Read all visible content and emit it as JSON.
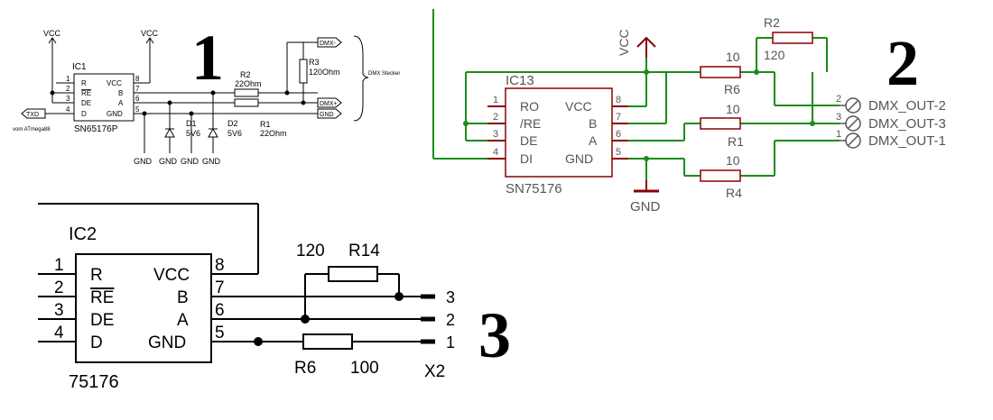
{
  "colors": {
    "black": "#000000",
    "maroon": "#8b0000",
    "green": "#1a8c1a",
    "gray": "#555555"
  },
  "panel1": {
    "number": "1",
    "ic_ref": "IC1",
    "ic_part": "SN65176P",
    "vcc1": "VCC",
    "vcc2": "VCC",
    "pins_left": [
      {
        "num": "1",
        "name": "R"
      },
      {
        "num": "2",
        "name": "RE"
      },
      {
        "num": "3",
        "name": "DE"
      },
      {
        "num": "4",
        "name": "D"
      }
    ],
    "pins_right": [
      {
        "num": "8",
        "name": "VCC"
      },
      {
        "num": "7",
        "name": "B"
      },
      {
        "num": "6",
        "name": "A"
      },
      {
        "num": "5",
        "name": "GND"
      }
    ],
    "txd": "TXD",
    "txd_note": "vom ATmega88",
    "r2_ref": "R2",
    "r2_val": "22Ohm",
    "r3_ref": "R3",
    "r3_val": "120Ohm",
    "r1_ref": "R1",
    "r1_val": "22Ohm",
    "d1_ref": "D1",
    "d1_val": "5V6",
    "d2_ref": "D2",
    "d2_val": "5V6",
    "dmx_minus": "DMX-",
    "dmx_plus": "DMX+",
    "gnd_port": "GND",
    "stecker": "DMX Stecker",
    "gnd_labels": [
      "GND",
      "GND",
      "GND",
      "GND"
    ]
  },
  "panel2": {
    "number": "2",
    "ic_ref": "IC13",
    "ic_part": "SN75176",
    "vcc": "VCC",
    "gnd": "GND",
    "pins_left": [
      {
        "num": "1",
        "name": "RO"
      },
      {
        "num": "2",
        "name": "/RE"
      },
      {
        "num": "3",
        "name": "DE"
      },
      {
        "num": "4",
        "name": "DI"
      }
    ],
    "pins_right": [
      {
        "num": "8",
        "name": "VCC"
      },
      {
        "num": "7",
        "name": "B"
      },
      {
        "num": "6",
        "name": "A"
      },
      {
        "num": "5",
        "name": "GND"
      }
    ],
    "r2_ref": "R2",
    "r2_val": "120",
    "r6_ref": "R6",
    "r6_val": "10",
    "r1_ref": "R1",
    "r1_val": "10",
    "r4_ref": "R4",
    "r4_val": "10",
    "outputs": [
      {
        "num": "2",
        "label": "DMX_OUT-2"
      },
      {
        "num": "3",
        "label": "DMX_OUT-3"
      },
      {
        "num": "1",
        "label": "DMX_OUT-1"
      }
    ]
  },
  "panel3": {
    "number": "3",
    "ic_ref": "IC2",
    "ic_part": "75176",
    "pins_left": [
      {
        "num": "1",
        "name": "R"
      },
      {
        "num": "2",
        "name": "RE"
      },
      {
        "num": "3",
        "name": "DE"
      },
      {
        "num": "4",
        "name": "D"
      }
    ],
    "pins_right": [
      {
        "num": "8",
        "name": "VCC"
      },
      {
        "num": "7",
        "name": "B"
      },
      {
        "num": "6",
        "name": "A"
      },
      {
        "num": "5",
        "name": "GND"
      }
    ],
    "r14_ref": "R14",
    "r14_val": "120",
    "r6_ref": "R6",
    "r6_val": "100",
    "connector": "X2",
    "terminals": [
      "3",
      "2",
      "1"
    ]
  }
}
